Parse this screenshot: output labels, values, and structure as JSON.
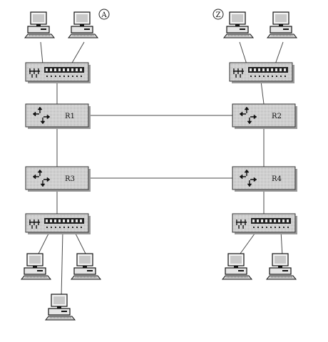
{
  "diagram": {
    "host_labels": {
      "a": "A",
      "z": "Z"
    },
    "routers": [
      {
        "id": "r1",
        "label": "R1"
      },
      {
        "id": "r2",
        "label": "R2"
      },
      {
        "id": "r3",
        "label": "R3"
      },
      {
        "id": "r4",
        "label": "R4"
      }
    ],
    "switches": [
      {
        "id": "sw-top-left"
      },
      {
        "id": "sw-top-right"
      },
      {
        "id": "sw-bottom-left"
      },
      {
        "id": "sw-bottom-right"
      }
    ],
    "hosts": [
      {
        "id": "pc-a"
      },
      {
        "id": "pc-tl2"
      },
      {
        "id": "pc-z"
      },
      {
        "id": "pc-tr2"
      },
      {
        "id": "pc-bl1"
      },
      {
        "id": "pc-bl2"
      },
      {
        "id": "pc-bl3"
      },
      {
        "id": "pc-br1"
      },
      {
        "id": "pc-br2"
      }
    ],
    "links": [
      [
        "pc-a",
        "sw-top-left"
      ],
      [
        "pc-tl2",
        "sw-top-left"
      ],
      [
        "pc-z",
        "sw-top-right"
      ],
      [
        "pc-tr2",
        "sw-top-right"
      ],
      [
        "sw-top-left",
        "r1"
      ],
      [
        "sw-top-right",
        "r2"
      ],
      [
        "r1",
        "r2"
      ],
      [
        "r1",
        "r3"
      ],
      [
        "r2",
        "r4"
      ],
      [
        "r3",
        "r4"
      ],
      [
        "r3",
        "sw-bottom-left"
      ],
      [
        "r4",
        "sw-bottom-right"
      ],
      [
        "sw-bottom-left",
        "pc-bl1"
      ],
      [
        "sw-bottom-left",
        "pc-bl2"
      ],
      [
        "sw-bottom-left",
        "pc-bl3"
      ],
      [
        "sw-bottom-right",
        "pc-br1"
      ],
      [
        "sw-bottom-right",
        "pc-br2"
      ]
    ]
  }
}
